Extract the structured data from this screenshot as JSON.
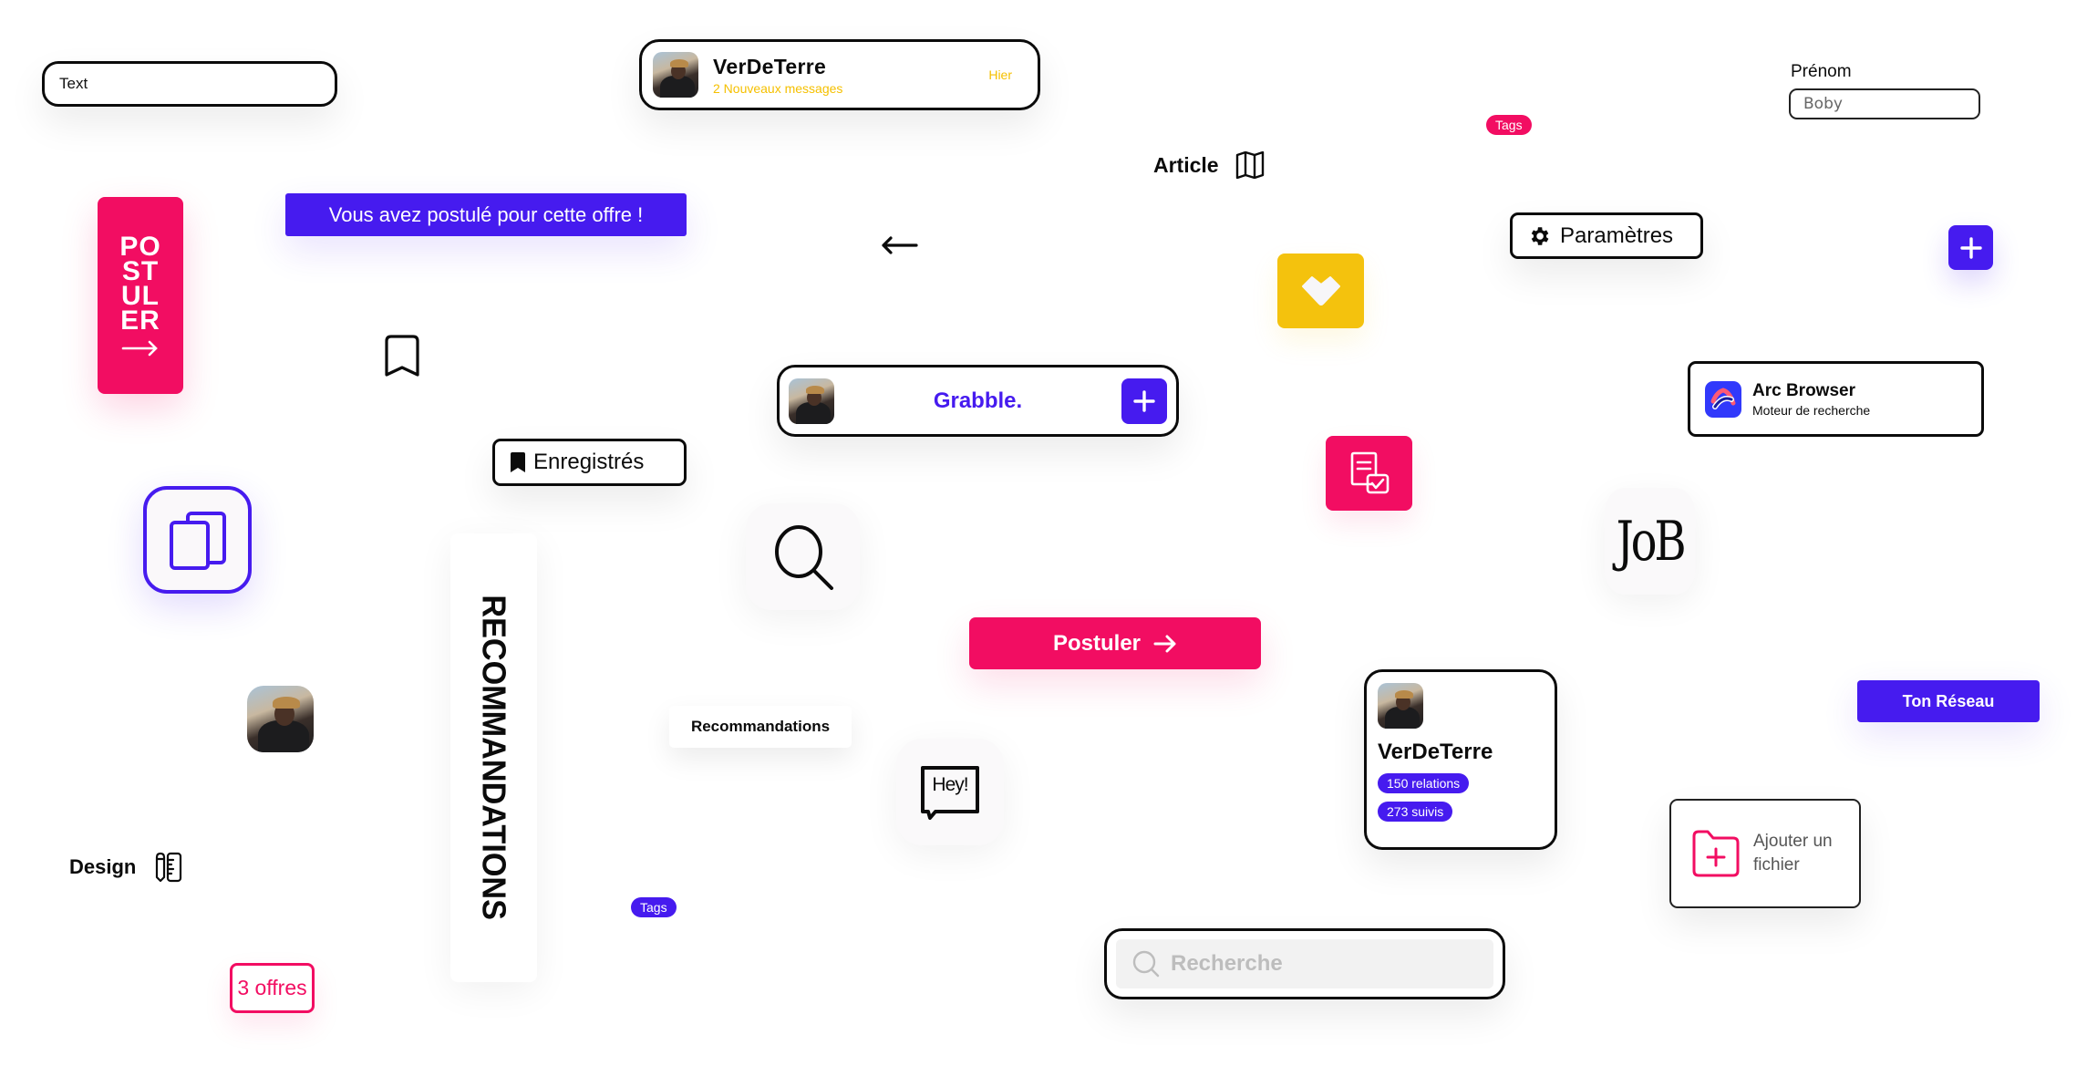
{
  "text_input": {
    "value": "Text"
  },
  "message_card": {
    "name": "VerDeTerre",
    "subtitle": "2 Nouveaux messages",
    "time": "Hier"
  },
  "prenom_field": {
    "label": "Prénom",
    "value": "Boby"
  },
  "tags": {
    "pink": "Tags",
    "blue": "Tags"
  },
  "article": {
    "label": "Article",
    "icon": "map-icon"
  },
  "postuler_vertical": {
    "label": "PO\nST\nUL\nER",
    "icon": "arrow-right-icon"
  },
  "applied_banner": {
    "text": "Vous avez postulé pour cette offre !"
  },
  "back_arrow": {
    "icon": "arrow-left-icon"
  },
  "settings_button": {
    "label": "Paramètres",
    "icon": "gear-icon"
  },
  "plus_button": {
    "icon": "plus-icon"
  },
  "heart_tile": {
    "icon": "heart-icon"
  },
  "bookmark": {
    "icon": "bookmark-icon"
  },
  "grabble_bar": {
    "brand": "Grabble.",
    "icon": "plus-icon"
  },
  "arc_card": {
    "title": "Arc Browser",
    "subtitle": "Moteur de recherche"
  },
  "saved_button": {
    "label": "Enregistrés",
    "icon": "bookmark-icon"
  },
  "checklist_tile": {
    "icon": "document-check-icon"
  },
  "copy_tile": {
    "icon": "copy-icon"
  },
  "search_tile": {
    "icon": "search-icon"
  },
  "job_tile": {
    "label": "JoB"
  },
  "recommandations_vertical": {
    "label": "RECOMMANDATIONS"
  },
  "apply_button": {
    "label": "Postuler",
    "icon": "arrow-right-icon"
  },
  "network_button": {
    "label": "Ton Réseau"
  },
  "recommandations_chip": {
    "label": "Recommandations"
  },
  "hey_tile": {
    "label": "Hey!"
  },
  "profile_card": {
    "name": "VerDeTerre",
    "relations": "150 relations",
    "following": "273 suivis"
  },
  "add_file": {
    "label": "Ajouter un fichier",
    "icon": "folder-plus-icon"
  },
  "design": {
    "label": "Design",
    "icon": "pencil-ruler-icon"
  },
  "offers_button": {
    "label": "3 offres"
  },
  "search_bar": {
    "placeholder": "Recherche",
    "value": ""
  },
  "colors": {
    "pink": "#f20d62",
    "blue": "#461bef",
    "yellow": "#f4c20d",
    "black": "#0b0b0b"
  }
}
